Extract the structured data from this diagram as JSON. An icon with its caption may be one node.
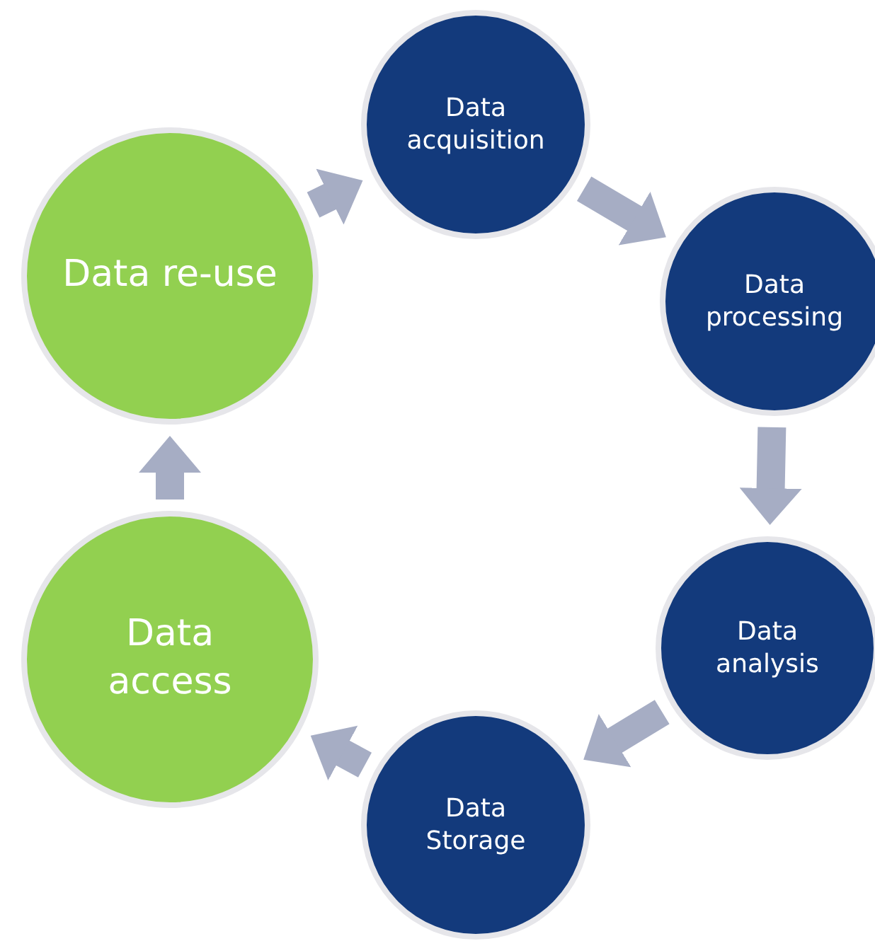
{
  "diagram": {
    "nodes": [
      {
        "text": [
          "Data acquisition"
        ]
      },
      {
        "text": [
          "Data processing"
        ]
      },
      {
        "text": [
          "Data analysis"
        ]
      },
      {
        "text": [
          "Data Storage"
        ]
      },
      {
        "text": [
          "Data access"
        ]
      },
      {
        "text": [
          "Data re-use"
        ]
      }
    ],
    "edges": [
      {
        "from": 0,
        "to": 1,
        "arrow": "to"
      },
      {
        "from": 1,
        "to": 2,
        "arrow": "to"
      },
      {
        "from": 2,
        "to": 3,
        "arrow": "to"
      },
      {
        "from": 3,
        "to": 4,
        "arrow": "to"
      },
      {
        "from": 4,
        "to": 5,
        "arrow": "to"
      },
      {
        "from": 5,
        "to": 0,
        "arrow": "to"
      }
    ]
  }
}
